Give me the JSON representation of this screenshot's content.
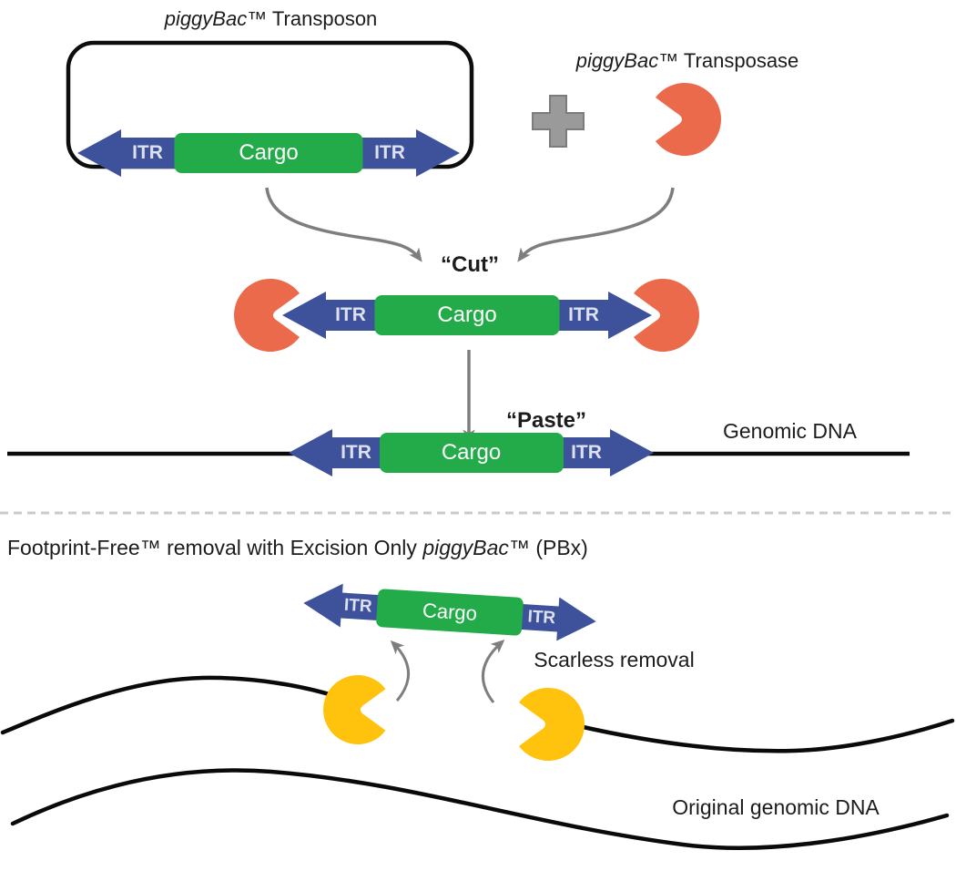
{
  "diagram": {
    "transposon_label": {
      "italic": "piggyBac",
      "rest": "™ Transposon"
    },
    "transposase_label": {
      "italic": "piggyBac",
      "rest": "™ Transposase"
    },
    "cut_label": "“Cut”",
    "paste_label": "“Paste”",
    "genomic_dna_label": "Genomic DNA",
    "excision_heading": {
      "pre": "Footprint-Free™ removal with Excision Only ",
      "italic": "piggyBac",
      "post": "™ (PBx)"
    },
    "scarless_label": "Scarless removal",
    "original_dna_label": "Original genomic DNA",
    "construct": {
      "itr": "ITR",
      "cargo": "Cargo"
    },
    "colors": {
      "itr_arrow_blue": "#3E529B",
      "cargo_green": "#24AB49",
      "transposase_orange": "#EB6A4B",
      "excision_transposase_yellow": "#FFC20D",
      "process_arrow_gray": "#7E7E7E",
      "plus_gray": "#9A9A9A",
      "dna_line_black": "#0A0A0A",
      "divider_gray": "#CACACA"
    }
  }
}
